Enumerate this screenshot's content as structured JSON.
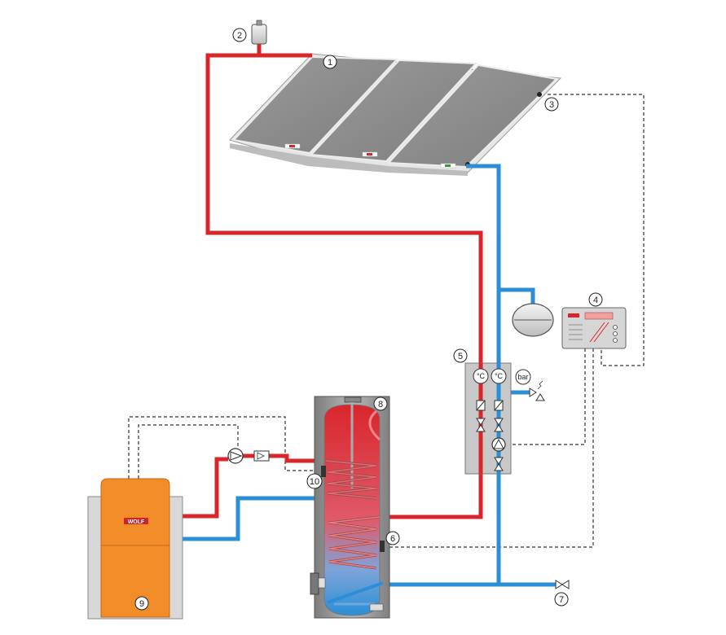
{
  "diagram": {
    "callouts": {
      "c1": "1",
      "c2": "2",
      "c3": "3",
      "c4": "4",
      "c5": "5",
      "c6": "6",
      "c7": "7",
      "c8": "8",
      "c9": "9",
      "c10": "10"
    },
    "station_labels": {
      "temp_left": "°C",
      "temp_right": "°C",
      "pressure": "bar"
    },
    "boiler_brand": "WOLF",
    "colors": {
      "hot_pipe": "#d9262b",
      "cold_pipe": "#2a8fd6",
      "boiler": "#f28c28",
      "collector": "#8e8e8e",
      "tank_shell": "#a9a9a9"
    }
  }
}
